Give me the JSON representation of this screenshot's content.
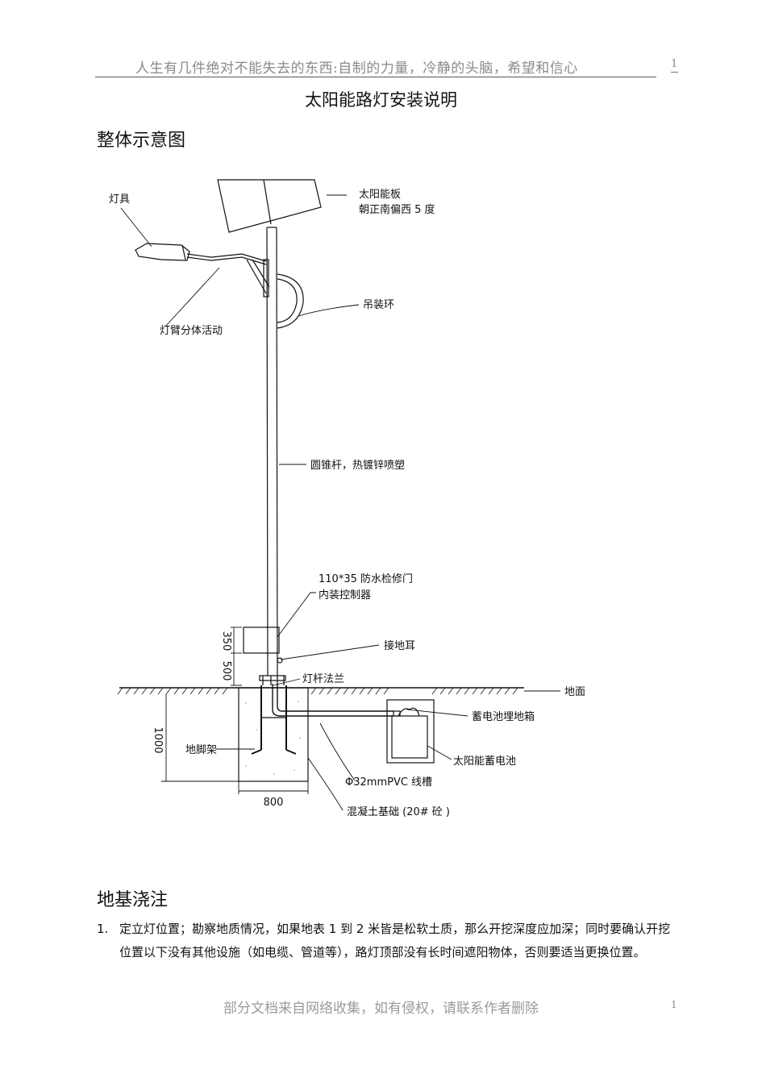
{
  "header": {
    "quote": "人生有几件绝对不能失去的东西:自制的力量，冷静的头脑，希望和信心",
    "page_number": "1"
  },
  "title": "太阳能路灯安装说明",
  "section1": {
    "heading": "整体示意图"
  },
  "diagram": {
    "labels": {
      "lamp": "灯具",
      "solar_panel_line1": "太阳能板",
      "solar_panel_line2": "朝正南偏西 5 度",
      "lifting_ring": "吊装环",
      "lamp_arm": "灯臂分体活动",
      "pole": "圆锥杆，热镀锌喷塑",
      "door_line1": "110*35 防水检修门",
      "door_line2": "内装控制器",
      "ground_lug": "接地耳",
      "flange": "灯杆法兰",
      "ground": "地面",
      "battery_box": "蓄电池埋地箱",
      "anchor": "地脚架",
      "battery": "太阳能蓄电池",
      "pvc": "Φ32mmPVC 线槽",
      "concrete": "混凝土基础 (20# 砼 )"
    },
    "dimensions": {
      "d350": "350",
      "d500": "500",
      "d1000": "1000",
      "d800": "800"
    }
  },
  "section2": {
    "heading": "地基浇注"
  },
  "list": [
    {
      "number": "1.",
      "text": "定立灯位置；勘察地质情况，如果地表 1 到 2 米皆是松软土质，那么开挖深度应加深；同时要确认开挖位置以下没有其他设施（如电缆、管道等），路灯顶部没有长时间遮阳物体，否则要适当更换位置。"
    }
  ],
  "footer": {
    "text": "部分文档来自网络收集，如有侵权，请联系作者删除",
    "page_number": "1"
  }
}
